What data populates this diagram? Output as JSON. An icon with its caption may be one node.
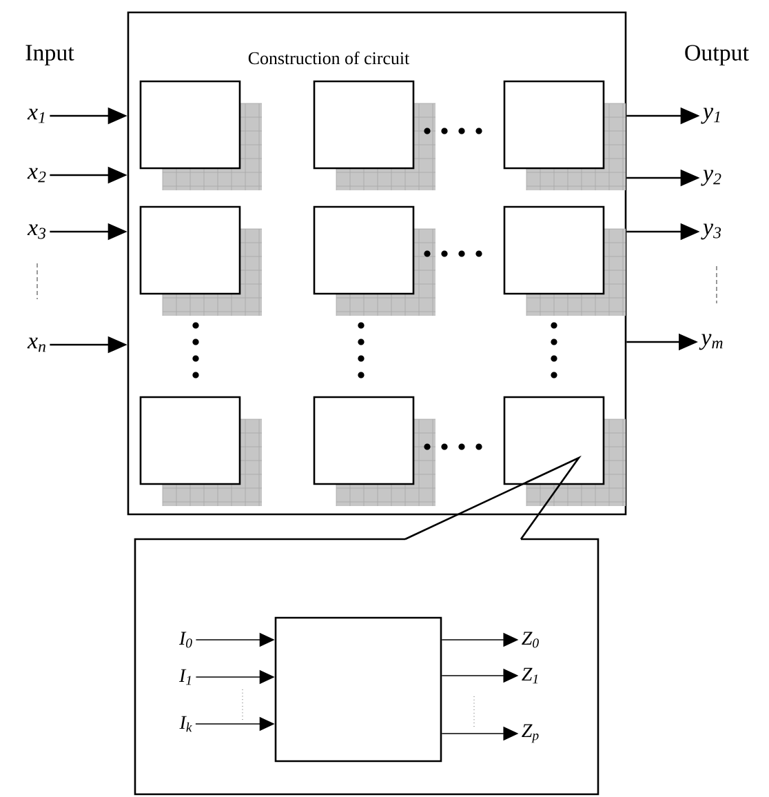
{
  "diagram": {
    "nodes": [
      {
        "text": [
          "Construction of circuit"
        ]
      },
      {
        "text": [],
        "shape": "box",
        "in": 0
      },
      {
        "text": [],
        "shape": "box",
        "in": 0
      },
      {
        "text": [],
        "shape": "box",
        "in": 0
      },
      {
        "text": [],
        "shape": "box",
        "in": 0
      },
      {
        "text": [],
        "shape": "box",
        "in": 0
      },
      {
        "text": [],
        "shape": "box",
        "in": 0
      },
      {
        "text": [],
        "shape": "box",
        "in": 0
      },
      {
        "text": [],
        "shape": "box",
        "in": 0
      },
      {
        "text": [],
        "shape": "box",
        "in": 0
      },
      {
        "text": [
          "x$_{1}$"
        ]
      },
      {
        "text": [
          "x$_{2}$"
        ]
      },
      {
        "text": [
          "x$_{3}$"
        ]
      },
      {
        "text": [
          "x$_{n}$"
        ]
      },
      {
        "text": [
          "y$_{1}$"
        ]
      },
      {
        "text": [
          "y$_{2}$"
        ]
      },
      {
        "text": [
          "y$_{3}$"
        ]
      },
      {
        "text": [
          "y$_{m}$"
        ]
      },
      {
        "text": [],
        "shape": "box"
      },
      {
        "text": [],
        "shape": "box",
        "in": 18
      },
      {
        "text": [
          "I$_{0}$"
        ],
        "in": 18
      },
      {
        "text": [
          "I$_{1}$"
        ],
        "in": 18
      },
      {
        "text": [
          "I$_{k}$"
        ],
        "in": 18
      },
      {
        "text": [
          "Z$_{0}$"
        ],
        "in": 18
      },
      {
        "text": [
          "Z$_{1}$"
        ],
        "in": 18
      },
      {
        "text": [
          "Z$_{p}$"
        ],
        "in": 18
      }
    ],
    "edges": [
      {
        "from": 10,
        "to": 0,
        "arrow": "to"
      },
      {
        "from": 11,
        "to": 0,
        "arrow": "to"
      },
      {
        "from": 12,
        "to": 0,
        "arrow": "to"
      },
      {
        "from": 13,
        "to": 0,
        "arrow": "to"
      },
      {
        "from": 0,
        "to": 14,
        "arrow": "to"
      },
      {
        "from": 0,
        "to": 15,
        "arrow": "to"
      },
      {
        "from": 0,
        "to": 16,
        "arrow": "to"
      },
      {
        "from": 0,
        "to": 17,
        "arrow": "to"
      },
      {
        "from": 20,
        "to": 19,
        "arrow": "to"
      },
      {
        "from": 21,
        "to": 19,
        "arrow": "to"
      },
      {
        "from": 22,
        "to": 19,
        "arrow": "to"
      },
      {
        "from": 19,
        "to": 23,
        "arrow": "to"
      },
      {
        "from": 19,
        "to": 24,
        "arrow": "to"
      },
      {
        "from": 19,
        "to": 25,
        "arrow": "to"
      }
    ],
    "labels": [
      "Input",
      "Output"
    ]
  }
}
